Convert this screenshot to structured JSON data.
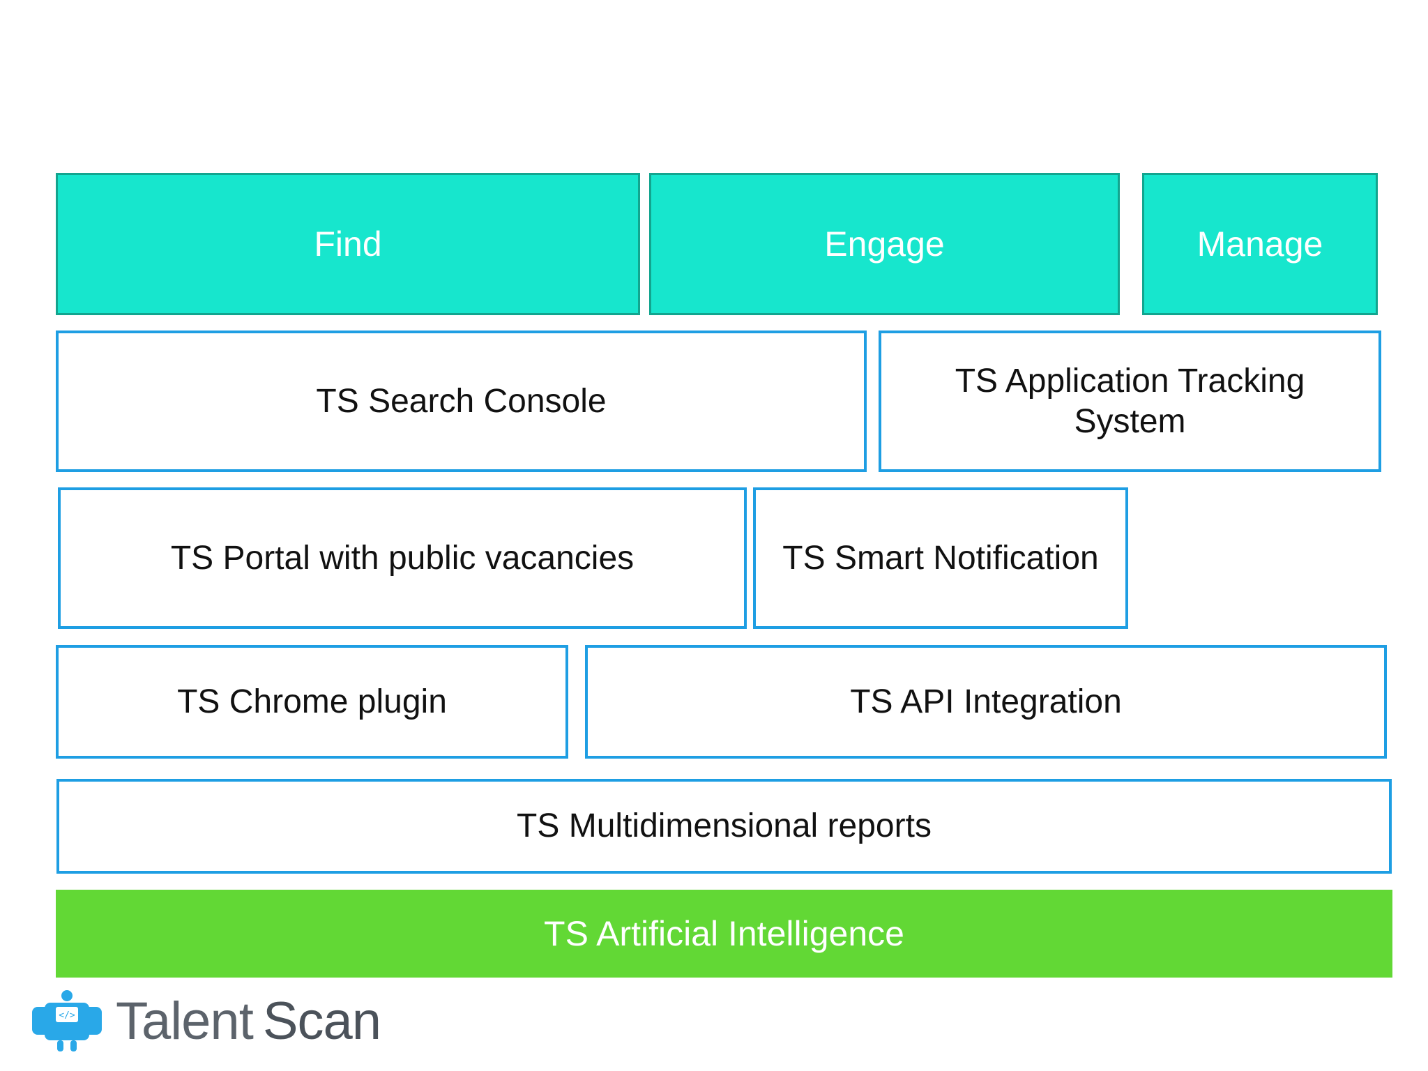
{
  "layers": {
    "find": "Find",
    "engage": "Engage",
    "manage": "Manage"
  },
  "modules": {
    "search_console": "TS Search Console",
    "ats_line1": "TS Application Tracking",
    "ats_line2": "System",
    "portal": "TS Portal with public vacancies",
    "smart_notification": "TS Smart Notification",
    "chrome_plugin": "TS Chrome plugin",
    "api_integration": "TS API Integration",
    "reports": "TS Multidimensional reports",
    "ai": "TS Artificial Intelligence"
  },
  "logo": {
    "word1": "Talent",
    "word2": "Scan",
    "icon": "person-badge-icon"
  },
  "colors": {
    "header_fill": "#17e6cd",
    "module_border": "#1e9ee3",
    "ai_fill": "#62d835",
    "logo_icon": "#29a8e8"
  }
}
